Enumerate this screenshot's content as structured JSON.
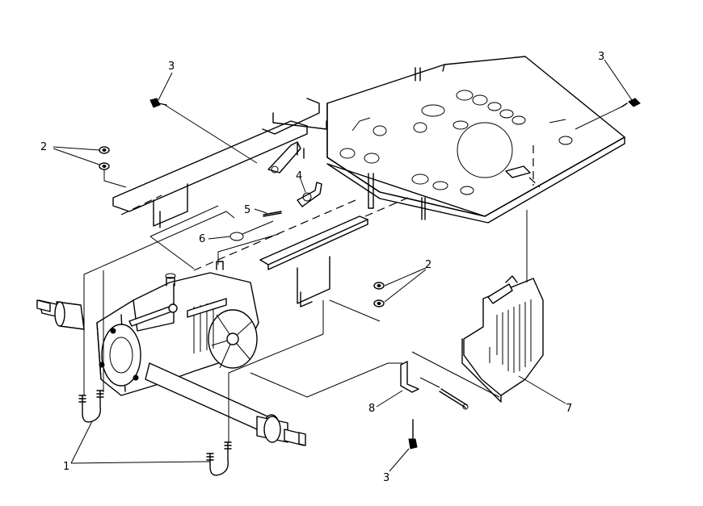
{
  "callouts": [
    {
      "id": "c1",
      "label": "1"
    },
    {
      "id": "c2a",
      "label": "2"
    },
    {
      "id": "c2b",
      "label": "2"
    },
    {
      "id": "c3a",
      "label": "3"
    },
    {
      "id": "c3b",
      "label": "3"
    },
    {
      "id": "c3c",
      "label": "3"
    },
    {
      "id": "c4",
      "label": "4"
    },
    {
      "id": "c5",
      "label": "5"
    },
    {
      "id": "c6",
      "label": "6"
    },
    {
      "id": "c7",
      "label": "7"
    },
    {
      "id": "c8",
      "label": "8"
    }
  ]
}
